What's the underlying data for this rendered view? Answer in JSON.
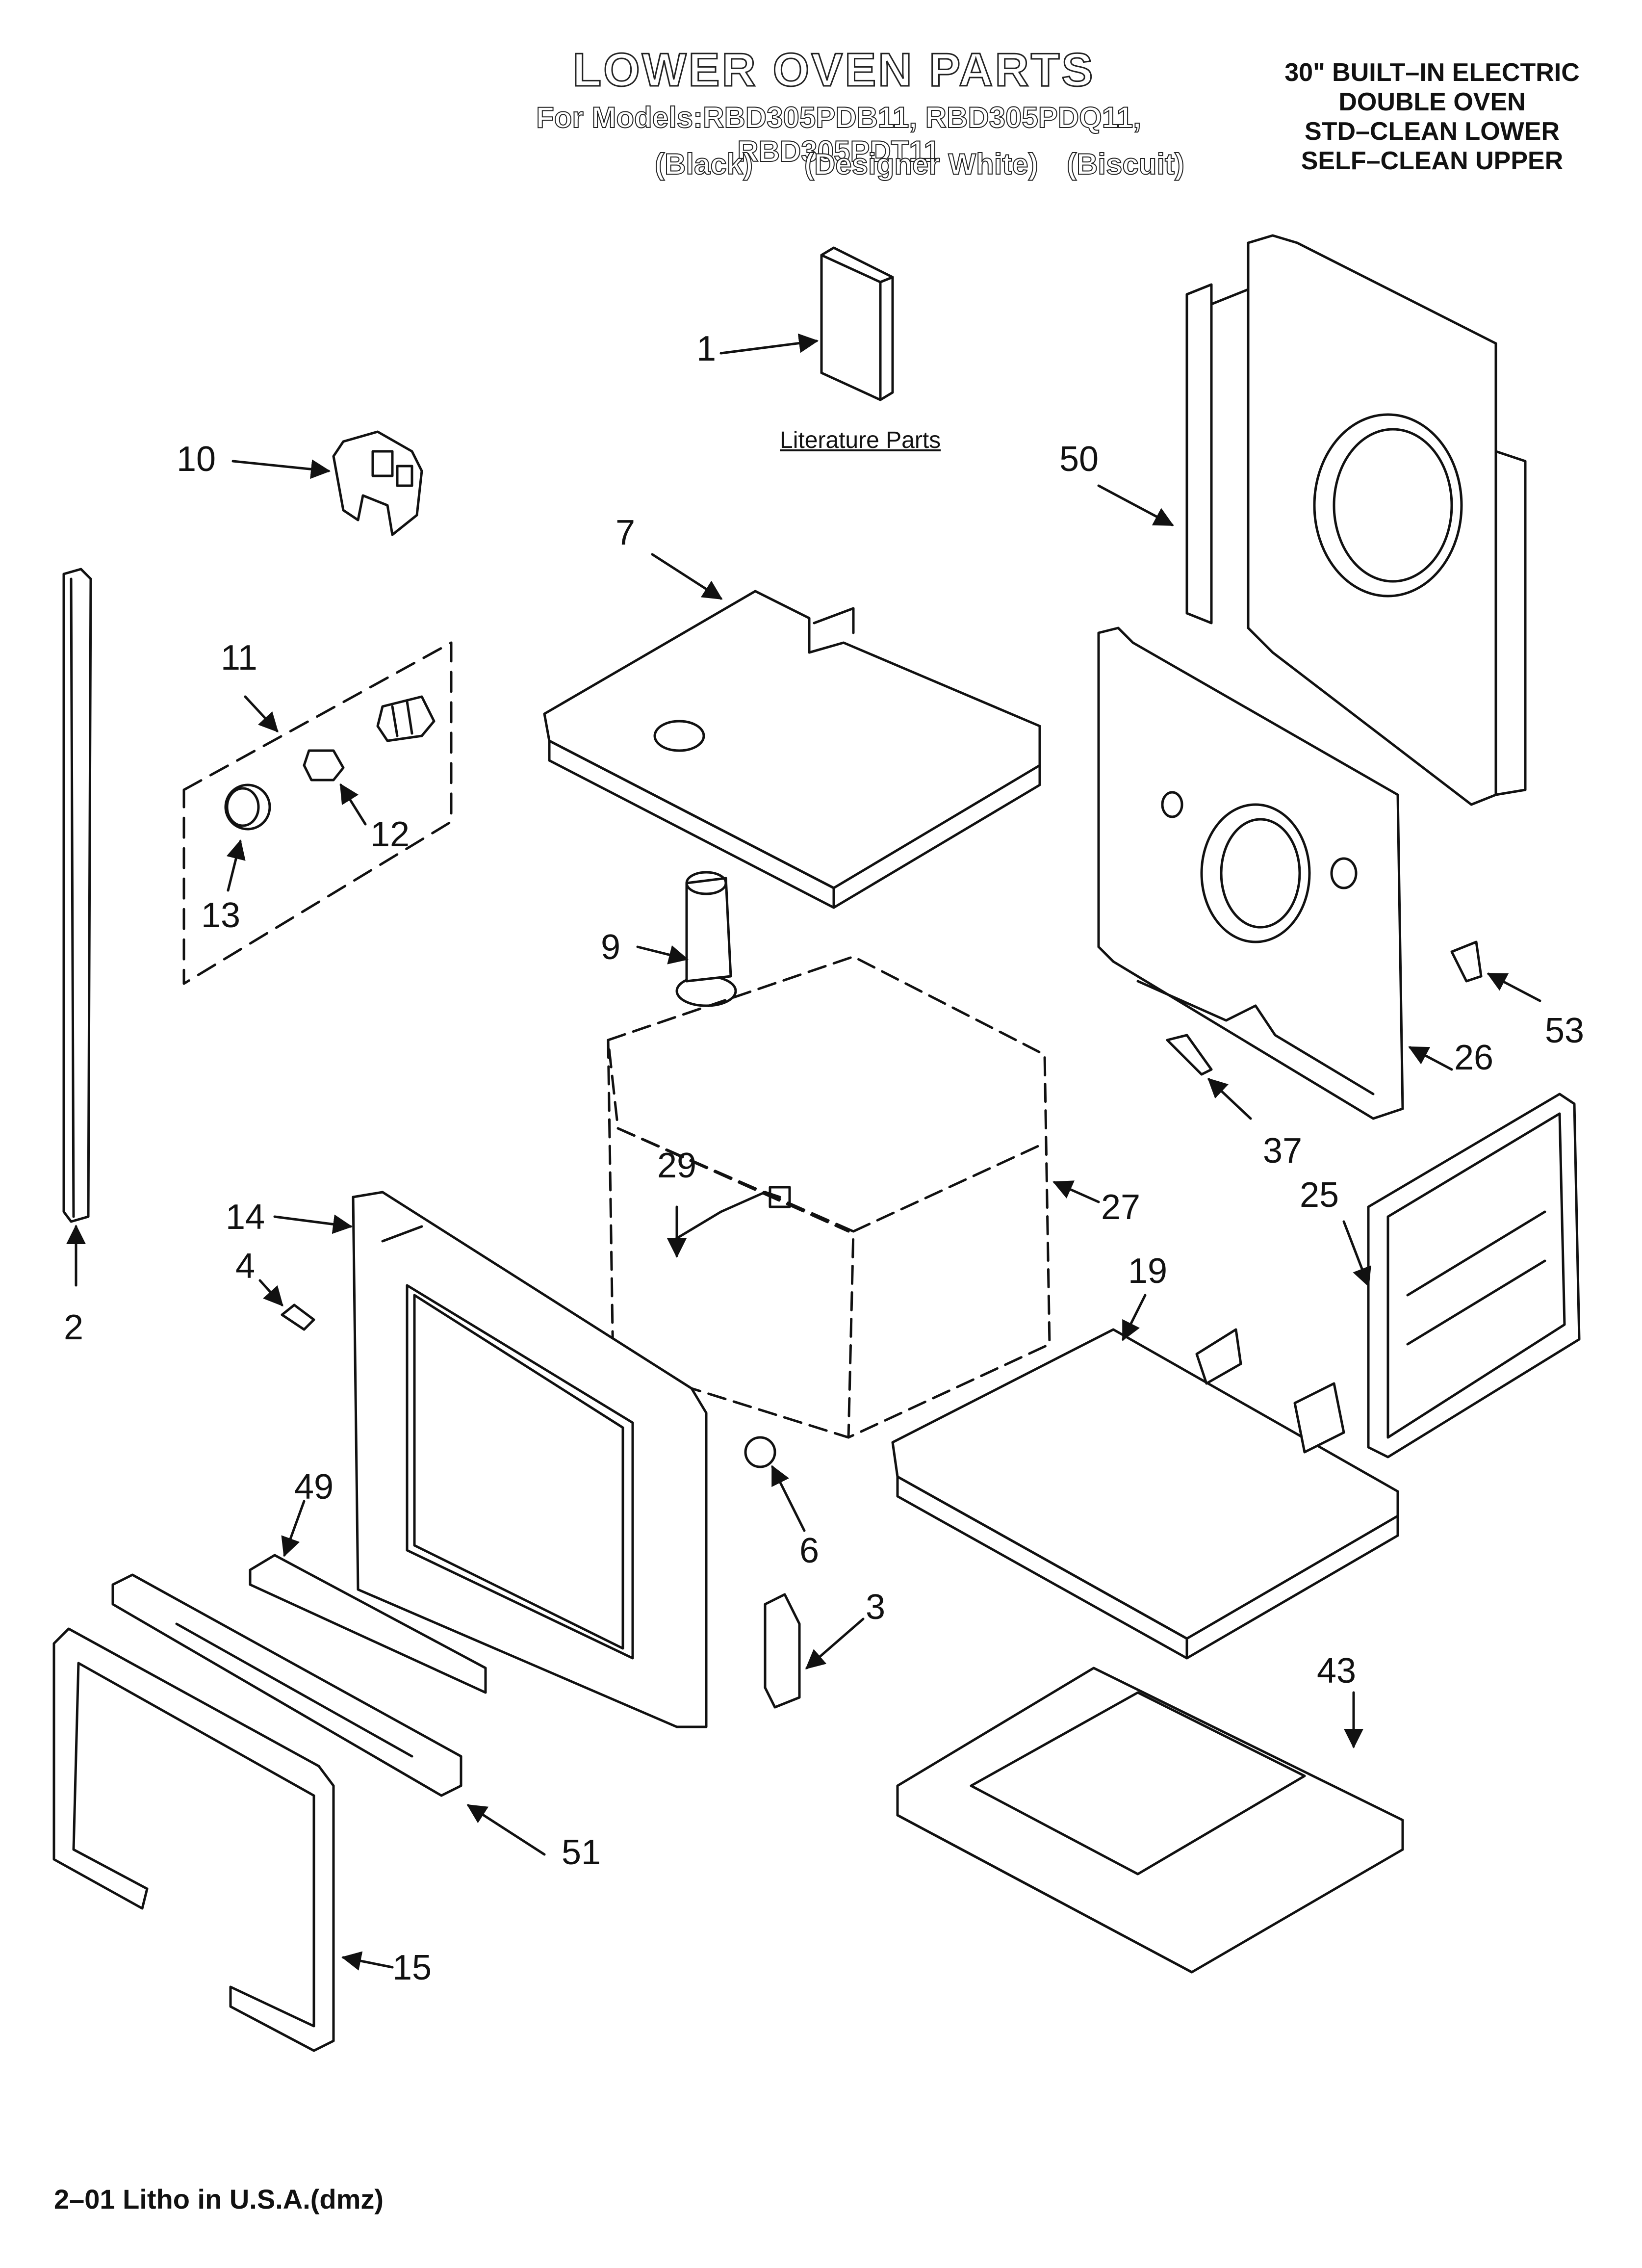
{
  "header": {
    "title": "LOWER OVEN PARTS",
    "models": "For Models:RBD305PDB11, RBD305PDQ11, RBD305PDT11",
    "color_black": "(Black)",
    "color_white": "(Designer White)",
    "color_biscuit": "(Biscuit)",
    "product_line1": "30\" BUILT–IN ELECTRIC",
    "product_line2": "DOUBLE OVEN",
    "product_line3": "STD–CLEAN LOWER",
    "product_line4": "SELF–CLEAN UPPER"
  },
  "literature_label": "Literature Parts",
  "footer": "2–01 Litho in U.S.A.(dmz)",
  "callouts": {
    "c1": "1",
    "c2": "2",
    "c3": "3",
    "c4": "4",
    "c6": "6",
    "c7": "7",
    "c9": "9",
    "c10": "10",
    "c11": "11",
    "c12": "12",
    "c13": "13",
    "c14": "14",
    "c15": "15",
    "c19": "19",
    "c25": "25",
    "c26": "26",
    "c27": "27",
    "c29": "29",
    "c37": "37",
    "c43": "43",
    "c49": "49",
    "c50": "50",
    "c51": "51",
    "c53": "53"
  }
}
